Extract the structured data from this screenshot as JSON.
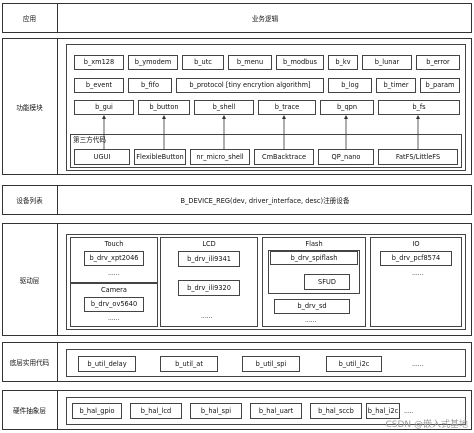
{
  "rows": {
    "app": {
      "label": "应用",
      "content": "业务逻辑"
    },
    "func": {
      "label": "功能模块"
    },
    "device": {
      "label": "设备列表",
      "content": "B_DEVICE_REG(dev, driver_interface, desc)注册设备"
    },
    "driver": {
      "label": "驱动层"
    },
    "util": {
      "label": "底层实用代码"
    },
    "hal": {
      "label": "硬件抽象层"
    }
  },
  "modules": {
    "row1": [
      "b_xm128",
      "b_ymodem",
      "b_utc",
      "b_menu",
      "b_modbus",
      "b_kv",
      "b_lunar",
      "b_error"
    ],
    "row2": [
      "b_event",
      "b_fifo",
      "b_protocol [tiny encrytion algorithm]",
      "b_log",
      "b_timer",
      "b_param"
    ],
    "row3": [
      "b_gui",
      "b_button",
      "b_shell",
      "b_trace",
      "b_qpn",
      "b_fs"
    ]
  },
  "third_party": {
    "title": "第三方代码",
    "items": [
      "UGUI",
      "FlexibleButton",
      "nr_micro_shell",
      "CmBacktrace",
      "QP_nano",
      "FatFS/LittleFS"
    ]
  },
  "drivers": {
    "touch": {
      "title": "Touch",
      "items": [
        "b_drv_xpt2046"
      ],
      "ellipsis": "......"
    },
    "camera": {
      "title": "Camera",
      "items": [
        "b_drv_ov5640"
      ],
      "ellipsis": "......"
    },
    "lcd": {
      "title": "LCD",
      "items": [
        "b_drv_ili9341",
        "b_drv_ili9320"
      ],
      "ellipsis": "......"
    },
    "flash": {
      "title": "Flash",
      "items": [
        "b_drv_spiflash",
        "SFUD",
        "b_drv_sd"
      ],
      "ellipsis": "......"
    },
    "io": {
      "title": "IO",
      "items": [
        "b_drv_pcf8574"
      ],
      "ellipsis": "......"
    }
  },
  "util_items": [
    "b_util_delay",
    "b_util_at",
    "b_util_spi",
    "b_util_i2c"
  ],
  "util_ellipsis": "......",
  "hal_items": [
    "b_hal_gpio",
    "b_hal_lcd",
    "b_hal_spi",
    "b_hal_uart",
    "b_hal_sccb",
    "b_hal_i2c"
  ],
  "hal_ellipsis": ".....",
  "watermark": "CSDN @嵌入式基地"
}
